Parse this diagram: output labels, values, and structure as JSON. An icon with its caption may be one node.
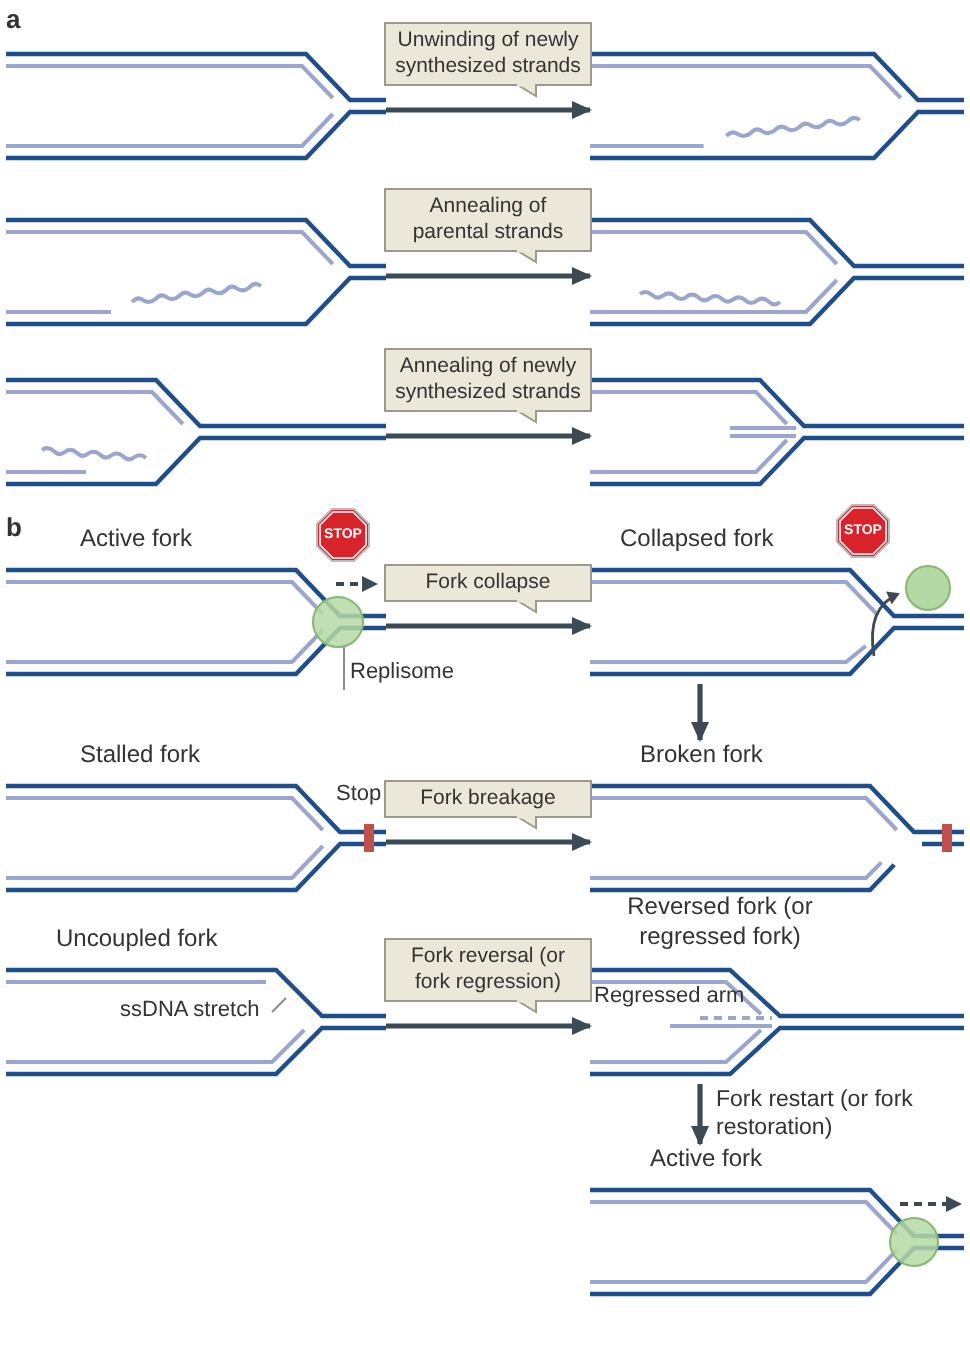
{
  "diagram": {
    "nodes": [
      {
        "text": [],
        "shape": "picture"
      },
      {
        "text": [],
        "shape": "picture"
      },
      {
        "text": [],
        "shape": "picture"
      },
      {
        "text": [],
        "shape": "picture"
      },
      {
        "text": [],
        "shape": "picture"
      },
      {
        "text": [],
        "shape": "picture"
      },
      {
        "text": [
          "Active fork"
        ]
      },
      {
        "text": [
          "STOP"
        ]
      },
      {
        "text": [],
        "shape": "circle",
        "in": 6
      },
      {
        "text": [
          "Replisome"
        ]
      },
      {
        "text": [
          "Collapsed fork"
        ]
      },
      {
        "text": [
          "STOP"
        ]
      },
      {
        "text": [
          "Stalled fork"
        ]
      },
      {
        "text": [
          "Broken fork"
        ]
      },
      {
        "text": [
          "Uncoupled fork"
        ]
      },
      {
        "text": [
          "ssDNA stretch"
        ],
        "in": 14
      },
      {
        "text": [
          "Reversed fork (or regressed fork)"
        ]
      },
      {
        "text": [
          "Active fork"
        ]
      }
    ],
    "edges": [
      {
        "from": 0,
        "to": 1,
        "arrow": "to",
        "label": "Unwinding of newly synthesized strands"
      },
      {
        "from": 2,
        "to": 3,
        "arrow": "to",
        "label": "Annealing of parental strands"
      },
      {
        "from": 4,
        "to": 5,
        "arrow": "to",
        "label": "Annealing of newly synthesized strands"
      },
      {
        "from": 6,
        "to": 10,
        "arrow": "to",
        "label": "Fork collapse"
      },
      {
        "from": 9,
        "to": 8,
        "arrow": "none",
        "color": "#8c8c8c"
      },
      {
        "from": 10,
        "to": 13,
        "arrow": "to"
      },
      {
        "from": 12,
        "to": 13,
        "arrow": "to",
        "label": "Fork breakage"
      },
      {
        "from": 14,
        "to": 16,
        "arrow": "to",
        "label": "Fork reversal (or fork regression)"
      },
      {
        "from": 15,
        "to": null,
        "arrow": "none",
        "color": "#8c8c8c"
      },
      {
        "from": 16,
        "to": 17,
        "arrow": "to",
        "label": "Fork restart (or fork restoration)"
      }
    ],
    "labels": [
      "a",
      "b",
      "Stop",
      "Regressed arm"
    ]
  }
}
